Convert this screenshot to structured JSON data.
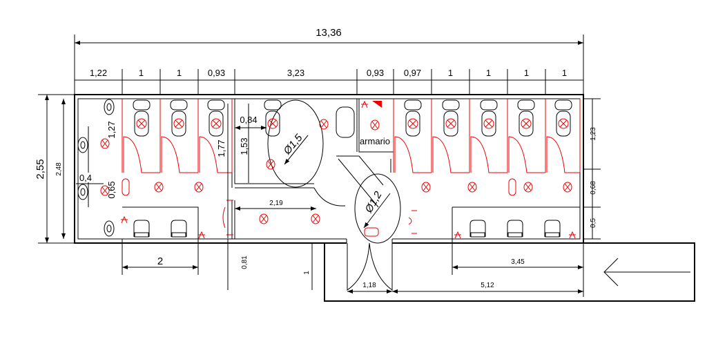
{
  "plan": {
    "total_width": "13,36",
    "top_segments": [
      "1,22",
      "1",
      "1",
      "0,93",
      "3,23",
      "0,93",
      "0,97",
      "1",
      "1",
      "1",
      "1"
    ],
    "left_outer_height": "2,55",
    "left_inner_height": "2,48",
    "left_urinal_spacing": "0,4",
    "left_stall_depth": "1,27",
    "left_aisle": "0,65",
    "accessible_toilet_depth": "1,77",
    "accessible_toilet_offset": "0,84",
    "accessible_room_depth": "1,53",
    "turning_circle_large": "Ø1,5",
    "turning_circle_small": "Ø1,2",
    "lower_room_width": "2,19",
    "storage_label": "armario",
    "right_stall_depth": "1,23",
    "right_aisle": "0,68",
    "right_urinal_depth": "0,5",
    "bottom_left_urinals": "2",
    "bottom_offset": "0,81",
    "entry_depth": "1",
    "entry_width": "1,18",
    "right_wing_length": "5,12",
    "right_urinals": "3,45"
  },
  "colors": {
    "walls": "#000000",
    "fixtures_red": "#e00000"
  }
}
